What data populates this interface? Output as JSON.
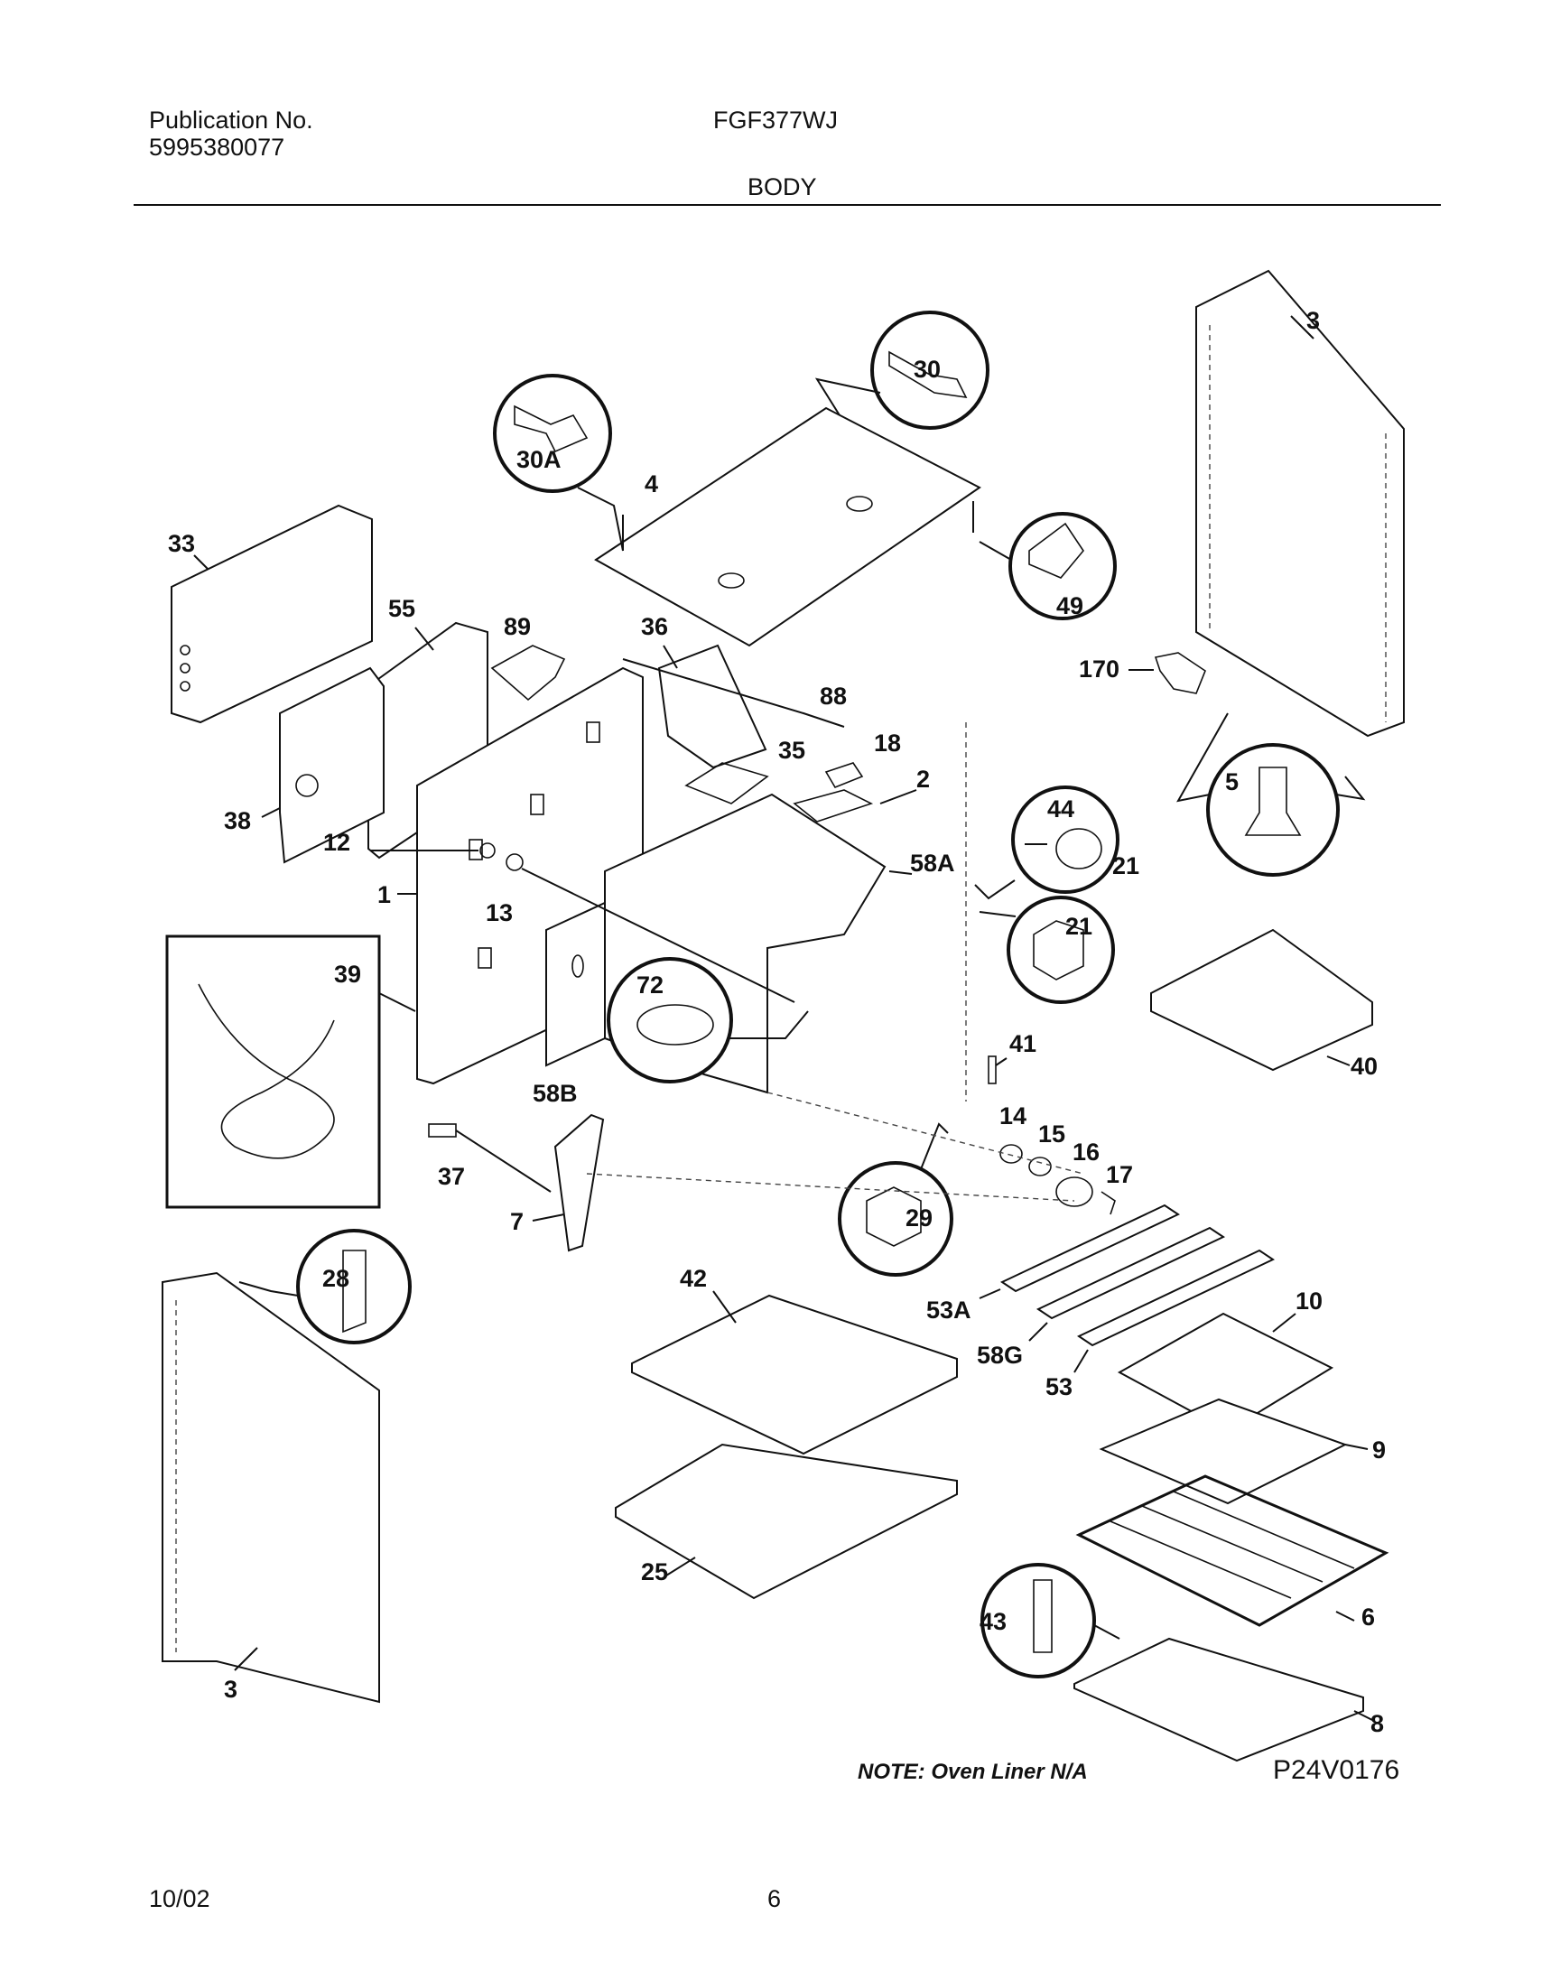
{
  "header": {
    "publication_label": "Publication No.",
    "publication_number": "5995380077",
    "model": "FGF377WJ",
    "section": "BODY"
  },
  "footer": {
    "date": "10/02",
    "page": "6"
  },
  "diagram": {
    "note": "NOTE: Oven Liner N/A",
    "code": "P24V0176",
    "callouts": {
      "c30": "30",
      "c30a": "30A",
      "c4": "4",
      "c49": "49",
      "c3top": "3",
      "c33": "33",
      "c55": "55",
      "c89": "89",
      "c36": "36",
      "c88": "88",
      "c35": "35",
      "c18": "18",
      "c2": "2",
      "c170": "170",
      "c5": "5",
      "c38": "38",
      "c12": "12",
      "c1": "1",
      "c13": "13",
      "c58a": "58A",
      "c44": "44",
      "c21a": "21",
      "c21b": "21",
      "c39": "39",
      "c72": "72",
      "c40": "40",
      "c41": "41",
      "c58b": "58B",
      "c14": "14",
      "c15": "15",
      "c16": "16",
      "c17": "17",
      "c37": "37",
      "c7": "7",
      "c29": "29",
      "c28": "28",
      "c42": "42",
      "c53a": "53A",
      "c10": "10",
      "c58g": "58G",
      "c53": "53",
      "c9": "9",
      "c25": "25",
      "c43": "43",
      "c6": "6",
      "c3bot": "3",
      "c8": "8"
    }
  }
}
